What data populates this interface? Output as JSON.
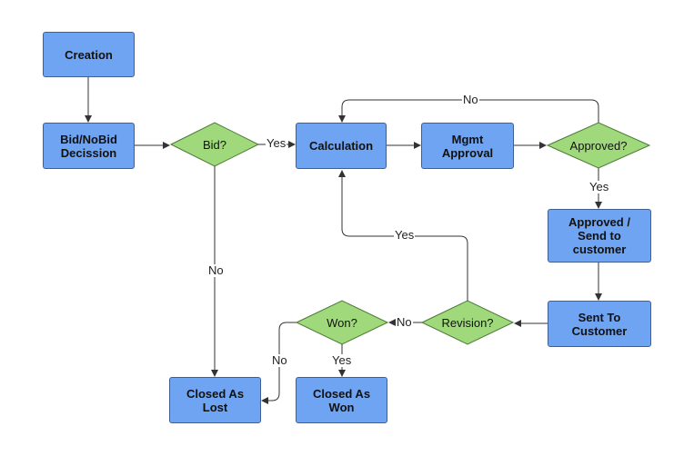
{
  "nodes": {
    "creation": "Creation",
    "bid_nobid": "Bid/NoBid\nDecission",
    "calculation": "Calculation",
    "mgmt_approval": "Mgmt\nApproval",
    "approved_send": "Approved /\nSend to\ncustomer",
    "sent_to_customer": "Sent To\nCustomer",
    "closed_lost": "Closed As\nLost",
    "closed_won": "Closed As\nWon"
  },
  "decisions": {
    "bid": "Bid?",
    "approved": "Approved?",
    "revision": "Revision?",
    "won": "Won?"
  },
  "edge_labels": {
    "bid_yes": "Yes",
    "bid_no": "No",
    "approved_no": "No",
    "approved_yes": "Yes",
    "revision_yes": "Yes",
    "revision_no": "No",
    "won_yes": "Yes",
    "won_no": "No"
  },
  "colors": {
    "process_fill": "#6ea4f2",
    "process_border": "#3d5f96",
    "decision_fill": "#9fd97c",
    "decision_border": "#4b7a35",
    "connector": "#333333"
  }
}
